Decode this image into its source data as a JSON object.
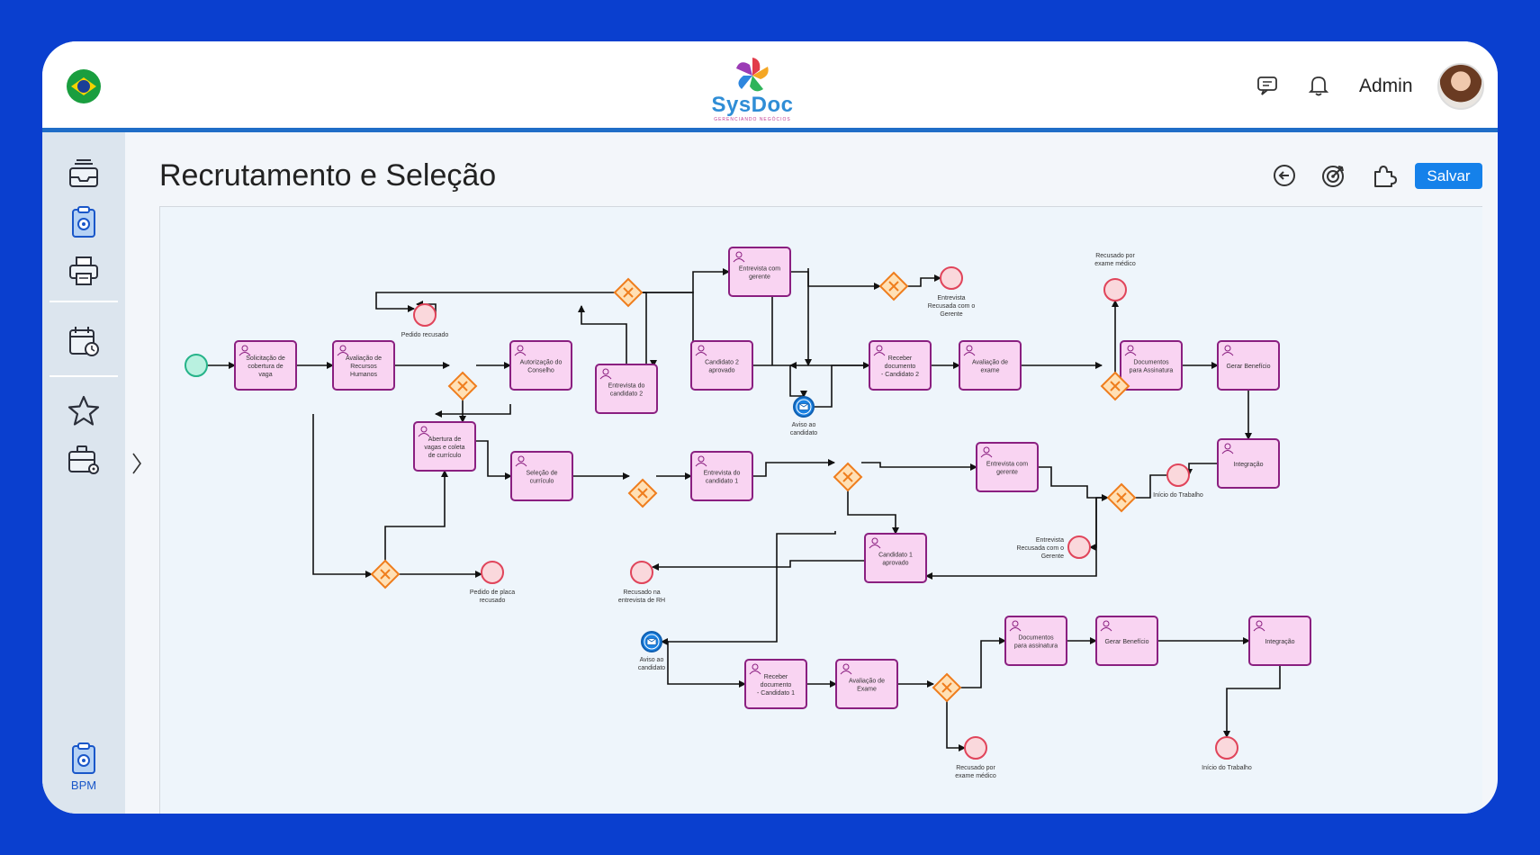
{
  "header": {
    "logo_text": "SysDoc",
    "logo_subtitle": "GERENCIANDO NEGÓCIOS",
    "user_name": "Admin"
  },
  "sidebar": {
    "bpm_label": "BPM"
  },
  "page": {
    "title": "Recrutamento e Seleção",
    "save_label": "Salvar"
  },
  "colors": {
    "task_fill": "#f9d4f2",
    "task_stroke": "#8a1f80",
    "gateway_fill": "#ffe0b5",
    "gateway_stroke": "#ef7d1d",
    "end_fill": "#fad8dc",
    "end_stroke": "#e0445a",
    "start_fill": "#b9f1e0",
    "start_stroke": "#25b389",
    "message_fill": "#1b82e2",
    "accent": "#1581ea"
  },
  "diagram": {
    "tasks": [
      {
        "id": "t_solicitacao",
        "label": [
          "Solicitação de",
          "cobertura de",
          "vaga"
        ]
      },
      {
        "id": "t_avaliacao_rh",
        "label": [
          "Avaliação de",
          "Recursos",
          "Humanos"
        ]
      },
      {
        "id": "t_autorizacao",
        "label": [
          "Autorização do",
          "Conselho"
        ]
      },
      {
        "id": "t_entrevista_cand2",
        "label": [
          "Entrevista do",
          "candidato 2"
        ]
      },
      {
        "id": "t_entrevista_gerente_top",
        "label": [
          "Entrevista com",
          "gerente"
        ]
      },
      {
        "id": "t_cand2_aprovado",
        "label": [
          "Candidato 2",
          "aprovado"
        ]
      },
      {
        "id": "t_receber_doc2",
        "label": [
          "Receber",
          "documento",
          "- Candidato 2"
        ]
      },
      {
        "id": "t_avaliacao_exame_top",
        "label": [
          "Avaliação de",
          "exame"
        ]
      },
      {
        "id": "t_docs_assinatura_top",
        "label": [
          "Documentos",
          "para Assinatura"
        ]
      },
      {
        "id": "t_gerar_beneficio_top",
        "label": [
          "Gerar Benefício"
        ]
      },
      {
        "id": "t_integracao_top",
        "label": [
          "Integração"
        ]
      },
      {
        "id": "t_abertura",
        "label": [
          "Abertura de",
          "vagas e coleta",
          "de currículo"
        ]
      },
      {
        "id": "t_selecao_curriculo",
        "label": [
          "Seleção de",
          "currículo"
        ]
      },
      {
        "id": "t_entrevista_cand1",
        "label": [
          "Entrevista do",
          "candidato 1"
        ]
      },
      {
        "id": "t_entrevista_gerente_mid",
        "label": [
          "Entrevista com",
          "gerente"
        ]
      },
      {
        "id": "t_cand1_aprovado",
        "label": [
          "Candidato 1",
          "aprovado"
        ]
      },
      {
        "id": "t_receber_doc1",
        "label": [
          "Receber",
          "documento",
          "- Candidato 1"
        ]
      },
      {
        "id": "t_avaliacao_exame_bot",
        "label": [
          "Avaliação de",
          "Exame"
        ]
      },
      {
        "id": "t_docs_assinatura_bot",
        "label": [
          "Documentos",
          "para assinatura"
        ]
      },
      {
        "id": "t_gerar_beneficio_bot",
        "label": [
          "Gerar Benefício"
        ]
      },
      {
        "id": "t_integracao_bot",
        "label": [
          "Integração"
        ]
      }
    ],
    "events": [
      {
        "id": "e_pedido_recusado",
        "label": [
          "Pedido recusado"
        ]
      },
      {
        "id": "e_entrevista_recusada_top",
        "label": [
          "Entrevista",
          "Recusada com o",
          "Gerente"
        ]
      },
      {
        "id": "e_recusado_exame_top",
        "label": [
          "Recusado por",
          "exame médico"
        ]
      },
      {
        "id": "e_inicio_trabalho_top",
        "label": [
          "Início do Trabalho"
        ]
      },
      {
        "id": "e_entrevista_recusada_mid",
        "label": [
          "Entrevista",
          "Recusada com o",
          "Gerente"
        ]
      },
      {
        "id": "e_pedido_placa_recusado",
        "label": [
          "Pedido de placa",
          "recusado"
        ]
      },
      {
        "id": "e_recusado_entrevista_rh",
        "label": [
          "Recusado na",
          "entrevista de RH"
        ]
      },
      {
        "id": "e_recusado_exame_bot",
        "label": [
          "Recusado por",
          "exame médico"
        ]
      },
      {
        "id": "e_inicio_trabalho_bot",
        "label": [
          "Início do Trabalho"
        ]
      }
    ],
    "messages": [
      {
        "id": "m_aviso_top",
        "label": [
          "Aviso ao",
          "candidato"
        ]
      },
      {
        "id": "m_aviso_bot",
        "label": [
          "Aviso ao",
          "candidato"
        ]
      }
    ]
  }
}
